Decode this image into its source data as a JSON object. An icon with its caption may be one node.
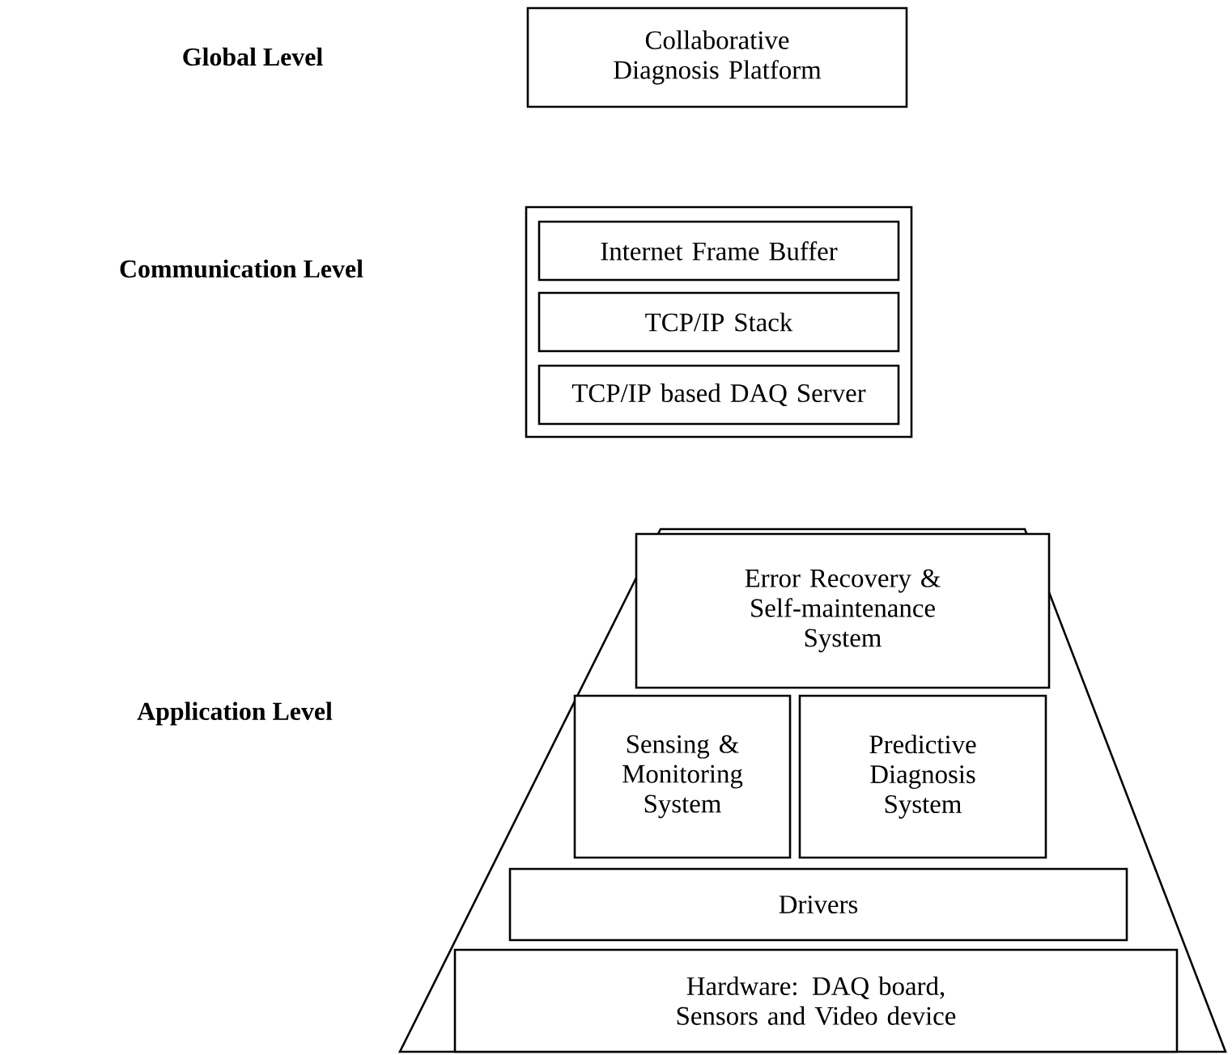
{
  "diagram": {
    "nodes": [
      {
        "text": [
          "Collaborative Diagnosis Platform"
        ]
      },
      {
        "text": [],
        "shape": "box"
      },
      {
        "text": [
          "Internet Frame Buffer"
        ],
        "in": 1
      },
      {
        "text": [
          "TCP/IP Stack"
        ],
        "in": 1
      },
      {
        "text": [
          "TCP/IP based DAQ Server"
        ],
        "in": 1
      },
      {
        "text": [],
        "shape": "trapezoid"
      },
      {
        "text": [
          "Error Recovery & Self-maintenance System"
        ],
        "in": 5
      },
      {
        "text": [
          "Sensing & Monitoring System"
        ],
        "in": 5
      },
      {
        "text": [
          "Predictive Diagnosis System"
        ],
        "in": 5
      },
      {
        "text": [
          "Drivers"
        ],
        "in": 5
      },
      {
        "text": [
          "Hardware: DAQ board, Sensors and Video device"
        ],
        "in": 5
      }
    ],
    "labels": [
      "Global Level",
      "Communication Level",
      "Application Level"
    ]
  }
}
